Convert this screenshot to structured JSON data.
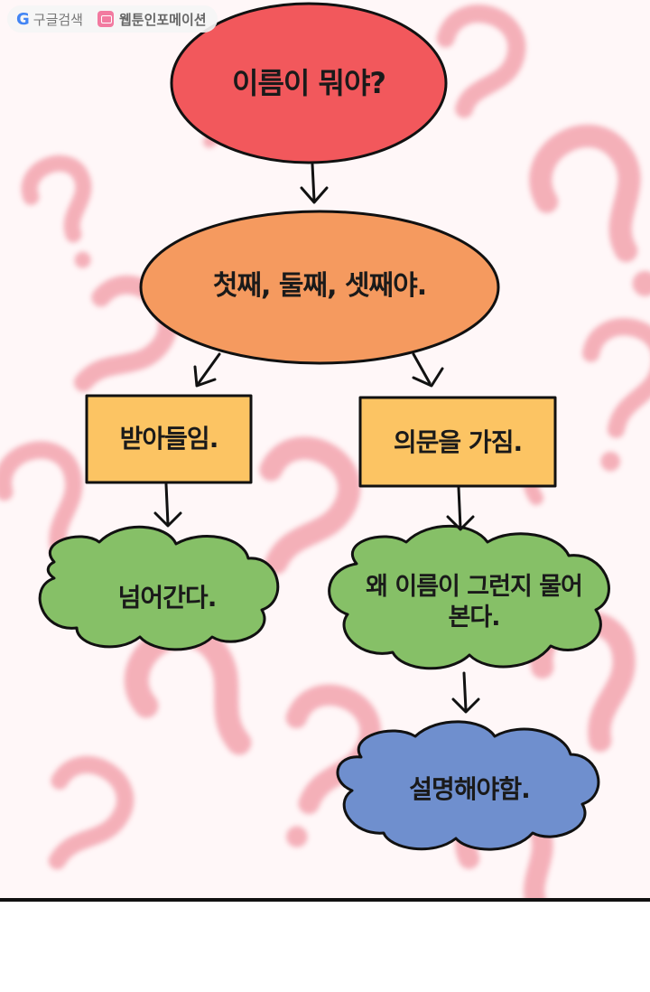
{
  "watermark": {
    "search_label": "구글검색",
    "site_name": "웹툰인포메이션",
    "logo_icon": "google-g-icon",
    "app_icon": "webtoon-app-icon"
  },
  "colors": {
    "panel_background": "#fff7f8",
    "question_mark_pink": "#f3a3ad",
    "root_fill": "#f2585c",
    "level2_fill": "#f59a5f",
    "box_fill": "#fcc463",
    "cloud_green": "#86c067",
    "cloud_blue": "#6f8fce",
    "outline": "#111111"
  },
  "flowchart": {
    "root": "이름이 뭐야?",
    "level2": "첫째, 둘째, 셋째야.",
    "branch_left": "받아들임.",
    "branch_right": "의문을 가짐.",
    "result_left": "넘어간다.",
    "result_right": "왜 이름이 그런지 물어본다.",
    "final": "설명해야함."
  }
}
